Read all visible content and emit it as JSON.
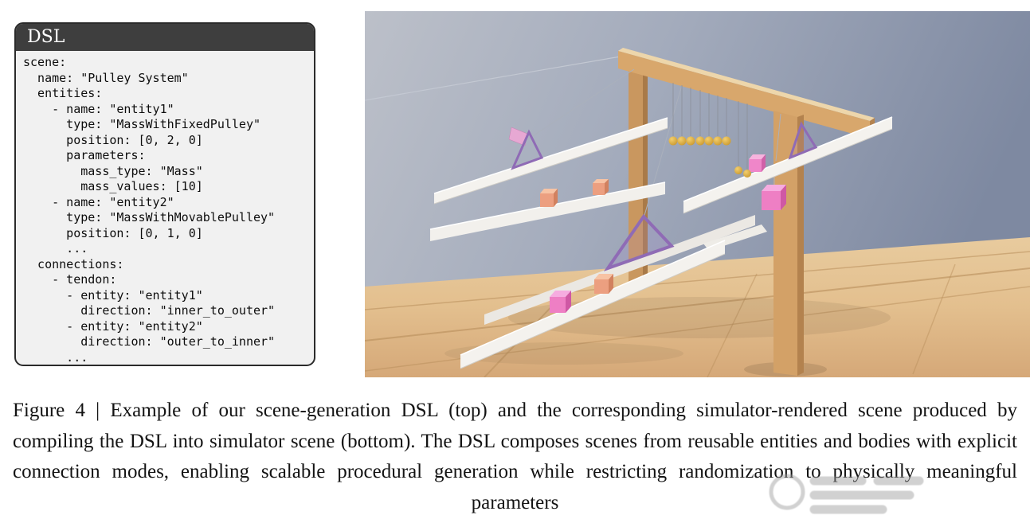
{
  "code_panel": {
    "title": "DSL",
    "code": "scene:\n  name: \"Pulley System\"\n  entities:\n    - name: \"entity1\"\n      type: \"MassWithFixedPulley\"\n      position: [0, 2, 0]\n      parameters:\n        mass_type: \"Mass\"\n        mass_values: [10]\n    - name: \"entity2\"\n      type: \"MassWithMovablePulley\"\n      position: [0, 1, 0]\n      ...\n  connections:\n    - tendon:\n      - entity: \"entity1\"\n        direction: \"inner_to_outer\"\n      - entity: \"entity2\"\n        direction: \"outer_to_inner\"\n      ...\n"
  },
  "figure": {
    "caption": "Figure 4 | Example of our scene-generation DSL (top) and the corresponding simulator-rendered scene produced by compiling the DSL into simulator scene (bottom). The DSL composes scenes from reusable entities and bodies with explicit connection modes, enabling scalable procedural generation while restricting randomization to physically meaningful parameters"
  },
  "scene": {
    "label": "Simulator-rendered pulley system scene",
    "colors": {
      "wall": "#9aa3b5",
      "floor": "#e2c294",
      "wood_frame": "#d2a067",
      "plank_white": "#f3f1ed",
      "pulley_purple": "#8f6bb5",
      "mass_pink": "#ee7fc4",
      "mass_salmon": "#ec9f80",
      "ball_gold": "#ddab34"
    }
  }
}
